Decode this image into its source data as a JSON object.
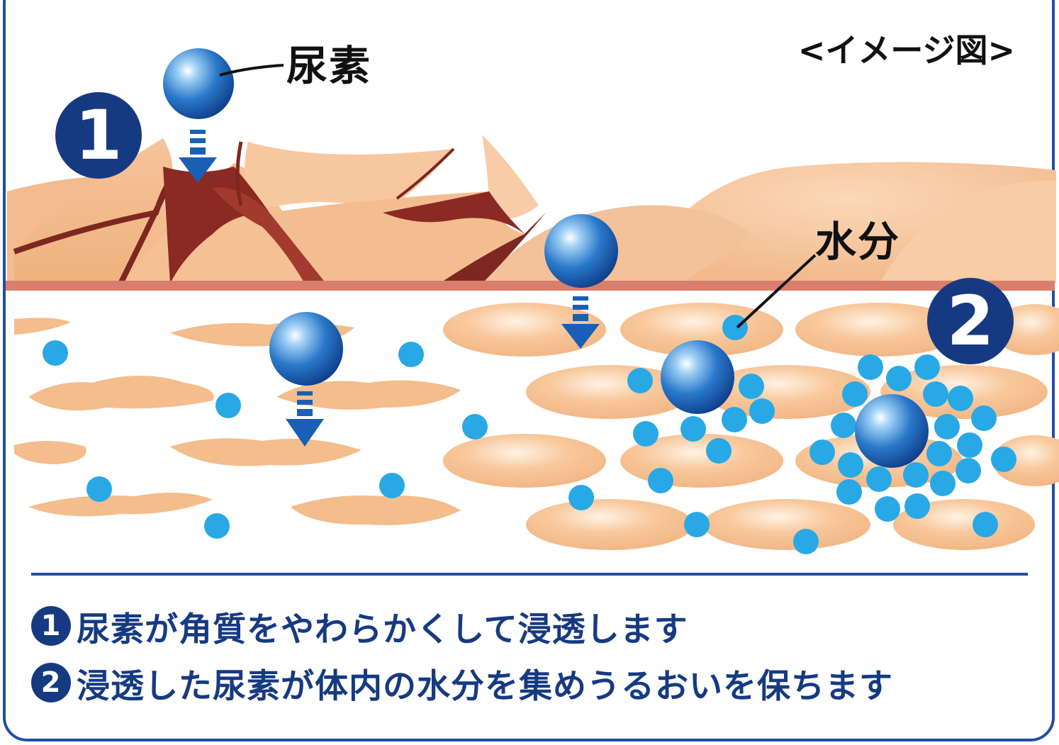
{
  "diagram": {
    "image_label": "<イメージ図>",
    "urea_label": "尿素",
    "water_label": "水分",
    "step_badges": [
      "1",
      "2"
    ]
  },
  "captions": [
    {
      "number": "1",
      "text": "尿素が角質をやわらかくして浸透します"
    },
    {
      "number": "2",
      "text": "浸透した尿素が体内の水分を集めうるおいを保ちます"
    }
  ],
  "colors": {
    "frame": "#1f4fa0",
    "badge": "#163a82",
    "skin": "#f2b98a",
    "crack": "#8a2a23",
    "water": "#29a8e6",
    "urea": "#1e5fb0"
  }
}
